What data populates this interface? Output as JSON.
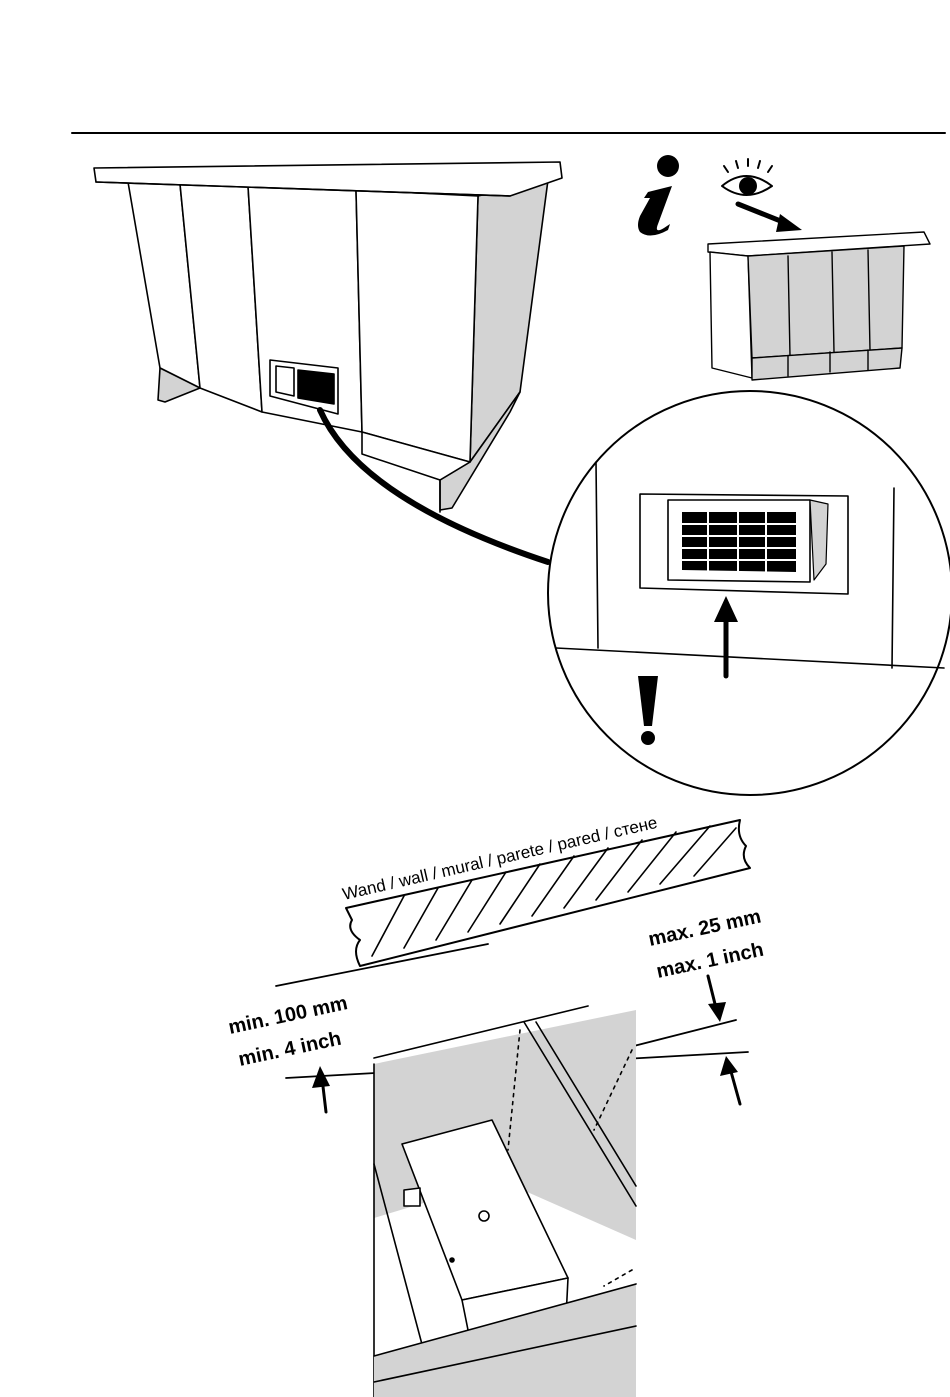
{
  "labels": {
    "wall": "Wand / wall / mural / parete / pared / стене",
    "min_mm": "min. 100 mm",
    "min_inch": "min. 4 inch",
    "max_mm": "max. 25 mm",
    "max_inch": "max. 1 inch"
  },
  "icons": [
    "info-icon",
    "eye-icon",
    "warning-exclamation-icon",
    "arrow-icon"
  ],
  "colors": {
    "ink": "#000000",
    "shade": "#d3d3d3",
    "paper": "#ffffff"
  }
}
